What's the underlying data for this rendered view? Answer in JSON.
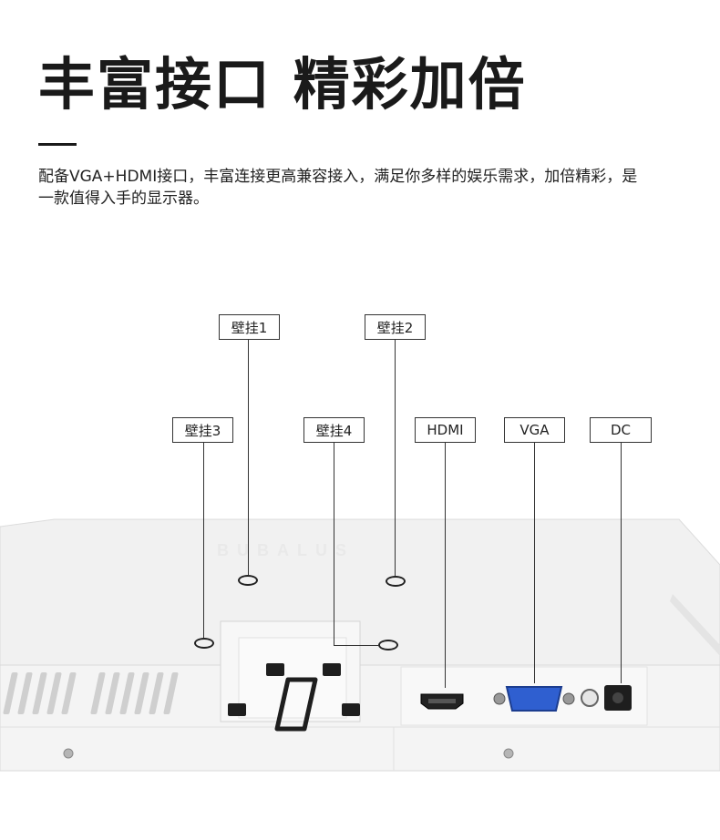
{
  "heading": {
    "title": "丰富接口 精彩加倍",
    "description": "配备VGA+HDMI接口，丰富连接更高兼容接入，满足你多样的娱乐需求，加倍精彩，是一款值得入手的显示器。"
  },
  "brand_text": "BUBALUS",
  "callouts": {
    "mount1": "壁挂1",
    "mount2": "壁挂2",
    "mount3": "壁挂3",
    "mount4": "壁挂4",
    "hdmi": "HDMI",
    "vga": "VGA",
    "dc": "DC"
  },
  "colors": {
    "text": "#1a1a1a",
    "monitor_body": "#f2f2f2",
    "port_blue": "#2f5fd0"
  }
}
